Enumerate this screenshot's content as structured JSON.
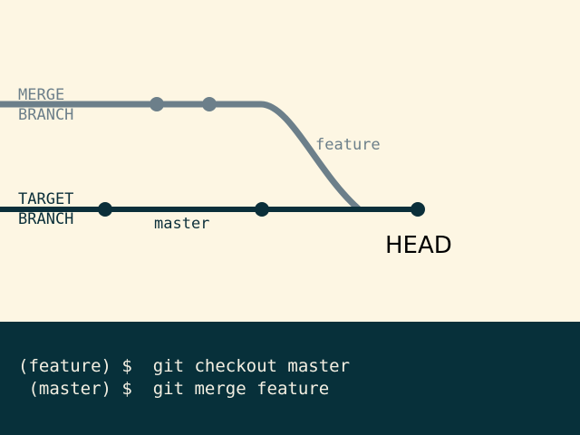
{
  "diagram": {
    "merge_branch_label": [
      "MERGE",
      "BRANCH"
    ],
    "target_branch_label": [
      "TARGET",
      "BRANCH"
    ],
    "feature_label": "feature",
    "master_label": "master",
    "head_label": "HEAD",
    "colors": {
      "background": "#fdf6e3",
      "feature_line": "#6c7f8a",
      "master_line": "#0b2f3a"
    }
  },
  "terminal": {
    "lines": [
      "(feature) $  git checkout master",
      " (master) $  git merge feature"
    ],
    "colors": {
      "background": "#07303a",
      "text": "#f3efe2"
    }
  }
}
